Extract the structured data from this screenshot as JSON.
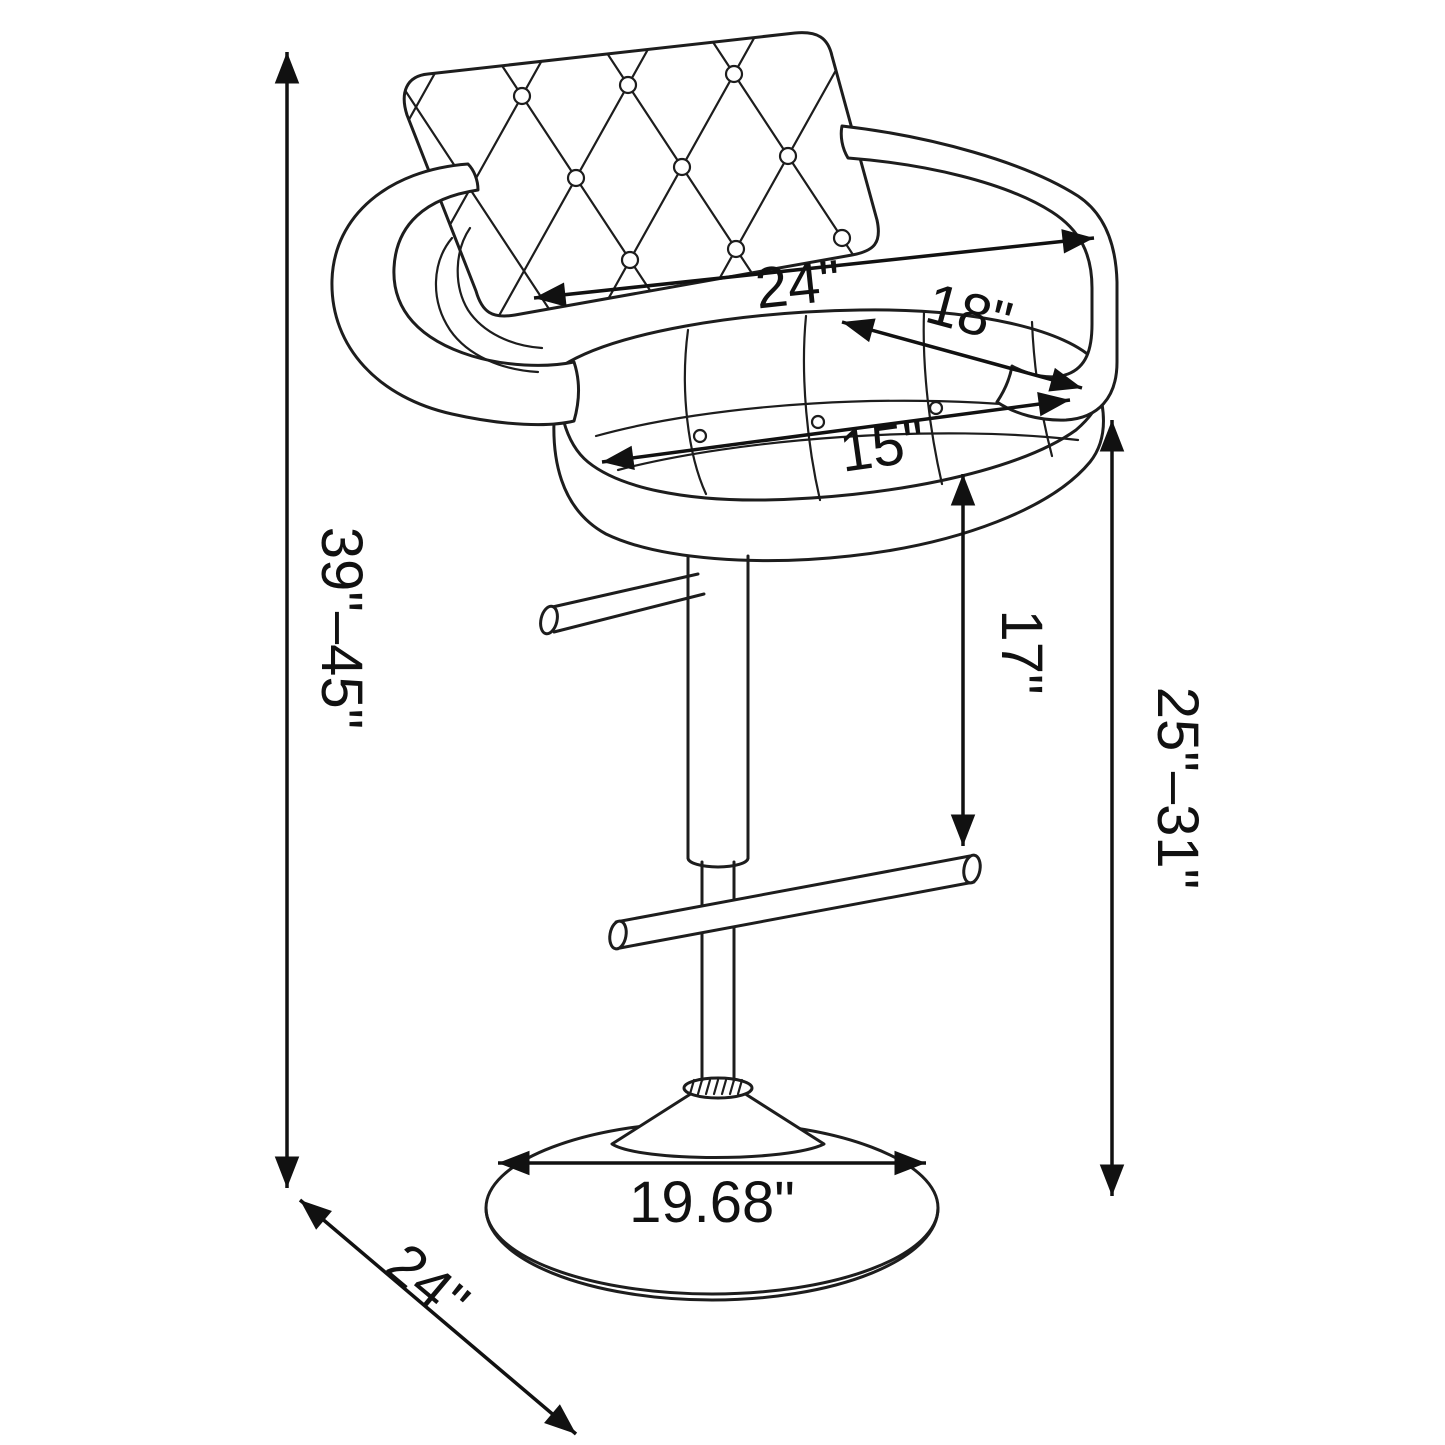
{
  "diagram": {
    "name": "Adjustable barstool dimension diagram",
    "labels": {
      "overall_height": "39\"–45\"",
      "back_width": "24\"",
      "seat_depth": "18\"",
      "seat_width": "15\"",
      "seat_to_footrest": "17\"",
      "floor_to_seat": "25\"–31\"",
      "base_diameter": "19.68\"",
      "overall_depth": "24\""
    },
    "colors": {
      "line": "#1d1d1d",
      "background": "#ffffff"
    }
  }
}
